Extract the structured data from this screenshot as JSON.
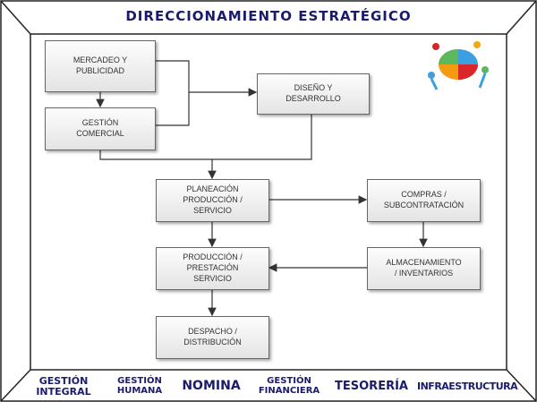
{
  "title": "DIRECCIONAMIENTO ESTRATÉGICO",
  "boxes": {
    "mercadeo": "MERCADEO Y\nPUBLICIDAD",
    "comercial": "GESTIÓN\nCOMERCIAL",
    "diseno": "DISEÑO Y\nDESARROLLO",
    "planeacion": "PLANEACIÓN\nPRODUCCIÓN /\nSERVICIO",
    "compras": "COMPRAS /\nSUBCONTRATACIÓN",
    "produccion": "PRODUCCIÓN /\nPRESTACIÓN\nSERVICIO",
    "almacen": "ALMACENAMIENTO\n/ INVENTARIOS",
    "despacho": "DESPACHO /\nDISTRIBUCIÓN"
  },
  "footer": {
    "integral": "GESTIÓN\nINTEGRAL",
    "humana": "GESTIÓN\nHUMANA",
    "nomina": "NOMINA",
    "financiera": "GESTIÓN\nFINANCIERA",
    "tesoreria": "TESORERÍA",
    "infra": "INFRAESTRUCTURA"
  },
  "colors": {
    "title": "#1b1b6e"
  }
}
